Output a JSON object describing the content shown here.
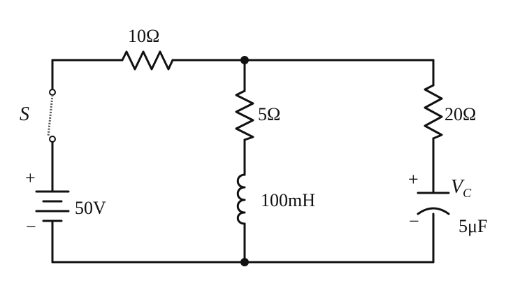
{
  "labels": {
    "r1": "10Ω",
    "r2": "5Ω",
    "r3": "20Ω",
    "inductor": "100mH",
    "source": "50V",
    "switch": "S",
    "capacitor": "5μF",
    "vc_main": "V",
    "vc_sub": "C",
    "plus_source": "+",
    "minus_source": "−",
    "plus_cap": "+",
    "minus_cap": "−"
  }
}
